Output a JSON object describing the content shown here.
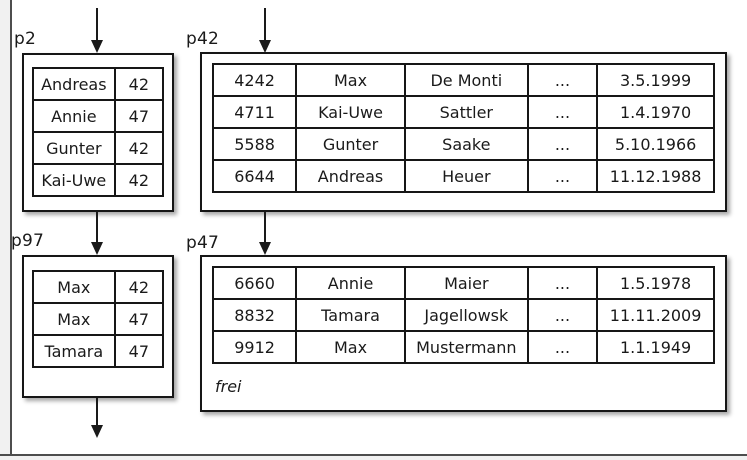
{
  "frame": {
    "page_color": "#ffffff",
    "backdrop_color": "#f1f1f1",
    "border_color": "#4d4d4d",
    "ink_color": "#1a1a1a"
  },
  "nodes": [
    {
      "id": "p2",
      "label": "p2",
      "kind": "index-page",
      "rows": [
        [
          "Andreas",
          "42"
        ],
        [
          "Annie",
          "47"
        ],
        [
          "Gunter",
          "42"
        ],
        [
          "Kai-Uwe",
          "42"
        ]
      ]
    },
    {
      "id": "p42",
      "label": "p42",
      "kind": "data-page",
      "rows": [
        [
          "4242",
          "Max",
          "De Monti",
          "...",
          "3.5.1999"
        ],
        [
          "4711",
          "Kai-Uwe",
          "Sattler",
          "...",
          "1.4.1970"
        ],
        [
          "5588",
          "Gunter",
          "Saake",
          "...",
          "5.10.1966"
        ],
        [
          "6644",
          "Andreas",
          "Heuer",
          "...",
          "11.12.1988"
        ]
      ]
    },
    {
      "id": "p97",
      "label": "p97",
      "kind": "index-page",
      "rows": [
        [
          "Max",
          "42"
        ],
        [
          "Max",
          "47"
        ],
        [
          "Tamara",
          "47"
        ]
      ]
    },
    {
      "id": "p47",
      "label": "p47",
      "kind": "data-page",
      "rows": [
        [
          "6660",
          "Annie",
          "Maier",
          "...",
          "1.5.1978"
        ],
        [
          "8832",
          "Tamara",
          "Jagellowsk",
          "...",
          "11.11.2009"
        ],
        [
          "9912",
          "Max",
          "Mustermann",
          "...",
          "1.1.1949"
        ]
      ],
      "footer": "frei"
    }
  ],
  "arrows": [
    {
      "id": "arrow-into-p2",
      "from": "offscreen-top",
      "to": "p2"
    },
    {
      "id": "arrow-into-p42",
      "from": "offscreen-top",
      "to": "p42"
    },
    {
      "id": "arrow-p2-to-p97",
      "from": "p2",
      "to": "p97"
    },
    {
      "id": "arrow-p42-to-p47",
      "from": "p42",
      "to": "p47"
    },
    {
      "id": "arrow-p97-down",
      "from": "p97",
      "to": "offscreen-bottom"
    }
  ]
}
